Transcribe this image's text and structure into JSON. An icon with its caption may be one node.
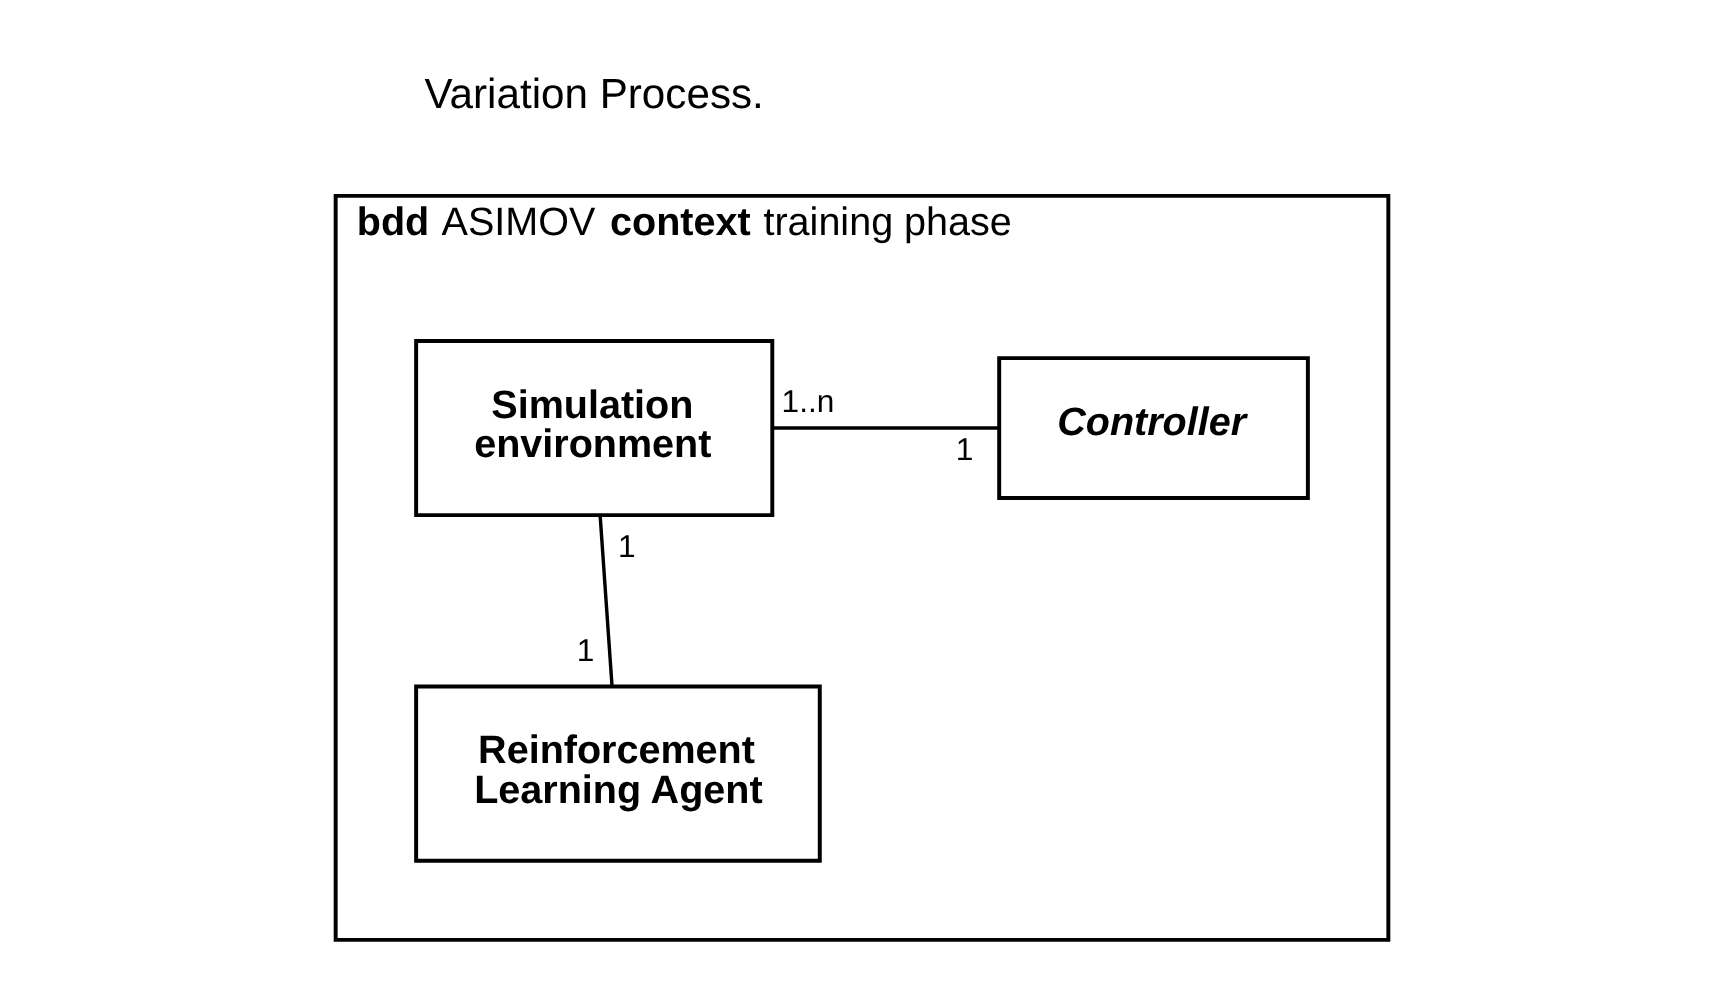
{
  "diagram": {
    "nodes": [
      {
        "text": [
          "**bdd** ASIMOV **context** training phase"
        ]
      },
      {
        "text": [
          "Simulation environment"
        ],
        "in": 0
      },
      {
        "text": [
          "Controller"
        ],
        "in": 0
      },
      {
        "text": [
          "Reinforcement Learning Agent"
        ],
        "in": 0
      }
    ],
    "edges": [
      {
        "from": 1,
        "to": 2,
        "arrow": "none"
      },
      {
        "from": 1,
        "to": 3,
        "arrow": "none"
      }
    ],
    "labels": [
      "Variation Process.",
      "1..n",
      "1",
      "1",
      "1"
    ]
  }
}
